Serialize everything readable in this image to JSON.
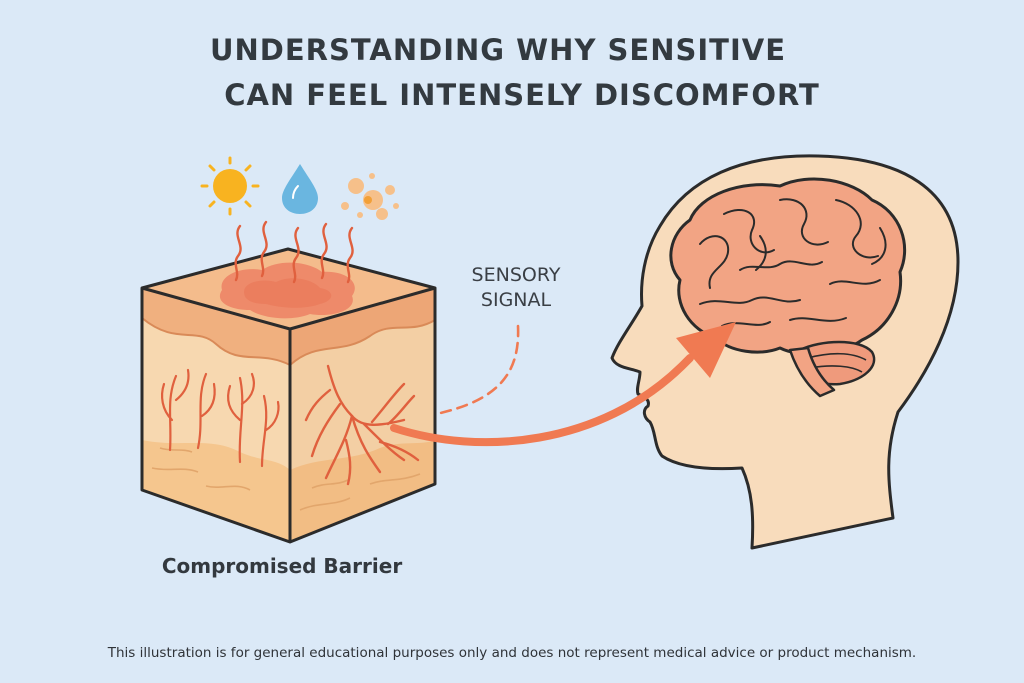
{
  "title": {
    "line1": "UNDERSTANDING WHY SENSITIVE",
    "line2": "CAN FEEL INTENSELY DISCOMFORT"
  },
  "signal_label": {
    "line1": "SENSORY",
    "line2": "SIGNAL"
  },
  "caption": "Compromised Barrier",
  "disclaimer": "This illustration is for general educational purposes only and does not represent medical advice or product mechanism.",
  "icons": [
    "sun-icon",
    "water-drop-icon",
    "particles-icon"
  ],
  "colors": {
    "background": "#dbe9f7",
    "skin_surface": "#f4bc8c",
    "inflamed_patch": "#ee8a6a",
    "nerve": "#e0603e",
    "arrow": "#f07a52",
    "head": "#f8dcbc",
    "brain": "#f2a484",
    "sun": "#f8b320",
    "drop": "#6ab6e0"
  }
}
